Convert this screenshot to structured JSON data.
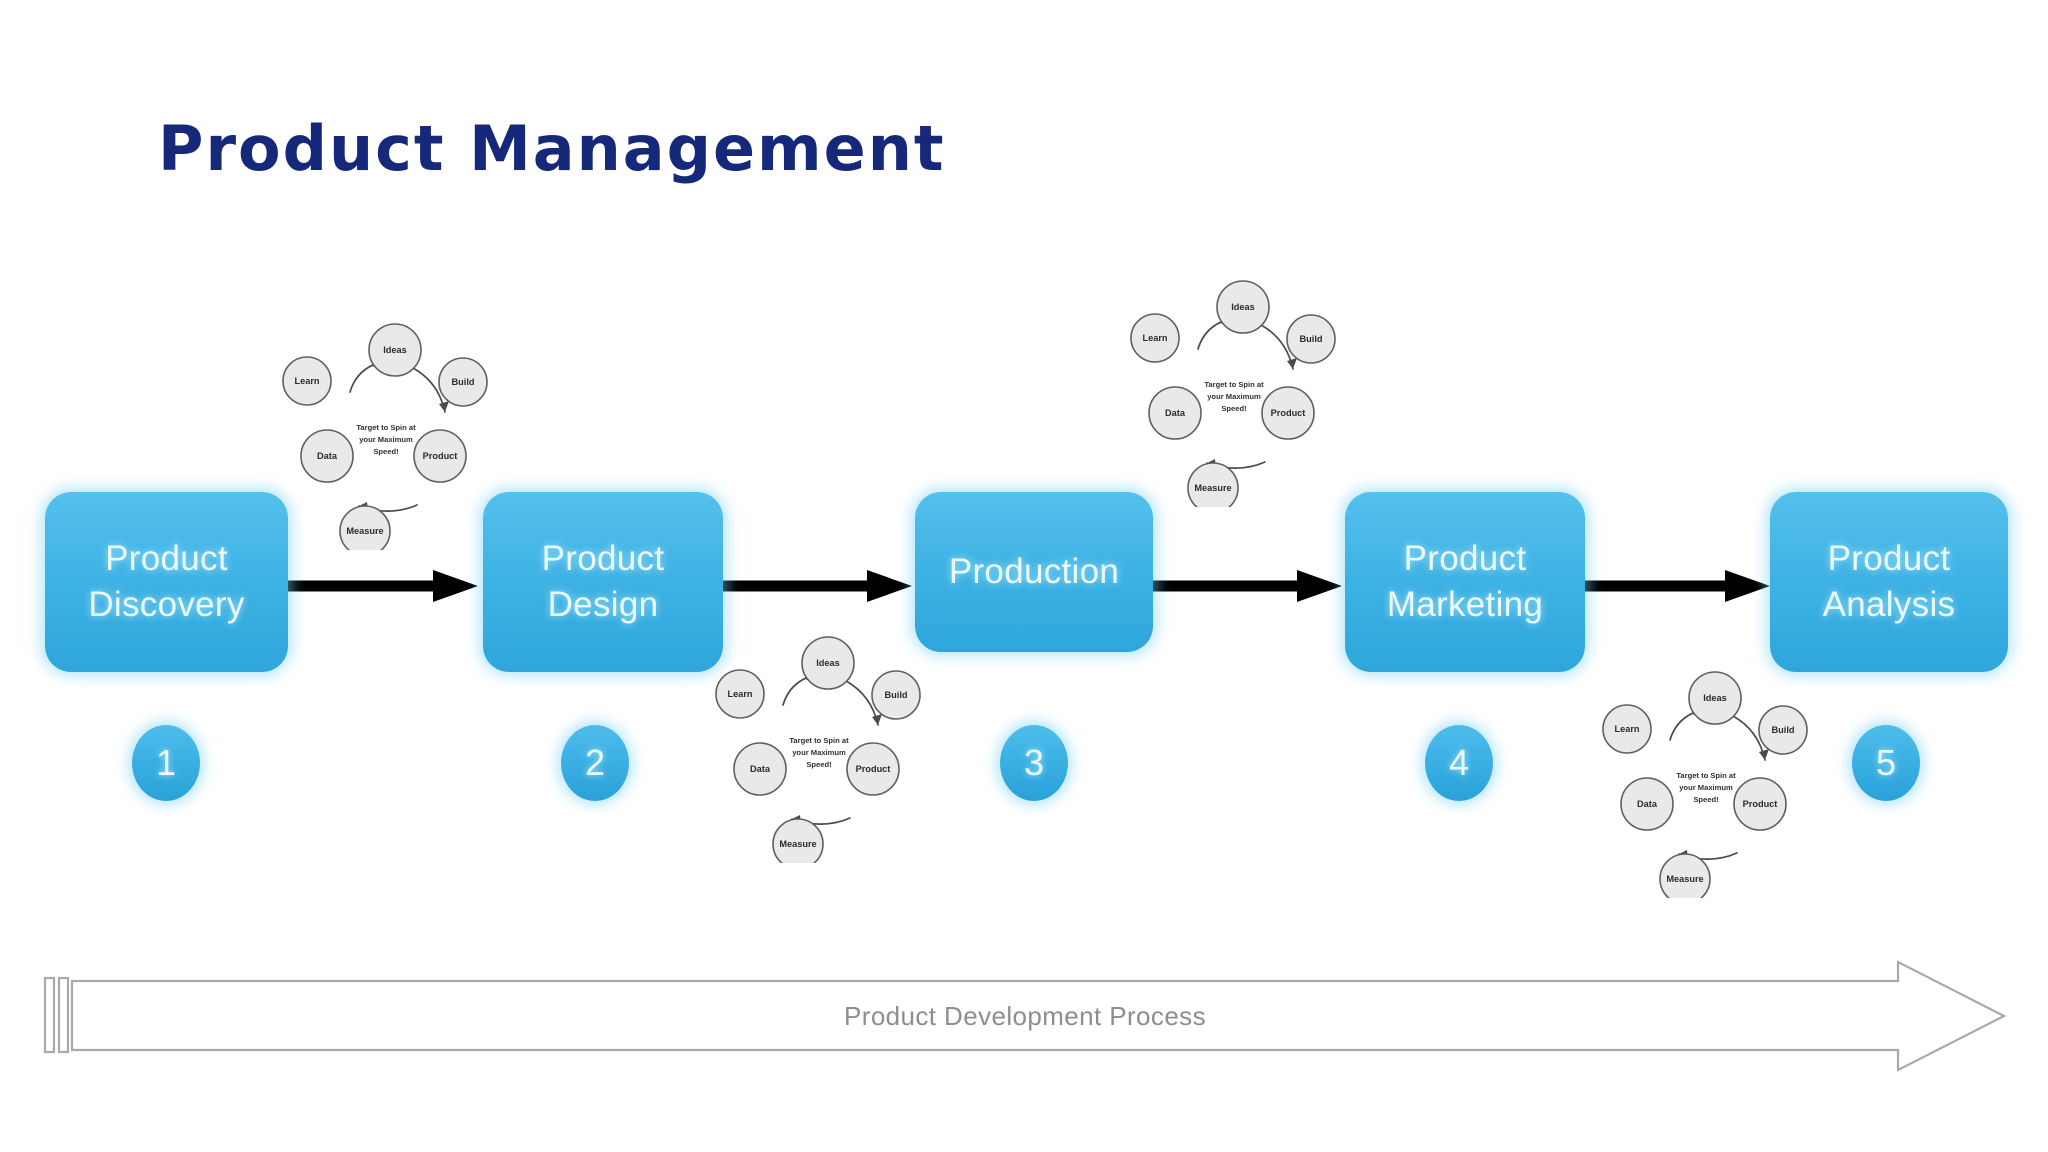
{
  "slide": {
    "title": "Product Management",
    "title_color": "#16287a",
    "background": "#ffffff"
  },
  "theme": {
    "box_blue_light": "#55c0ec",
    "box_blue_dark": "#2ea6dc",
    "badge_blue": "#36ace1",
    "box_text": "#eafaff",
    "arrow_black": "#000000",
    "banner_stroke": "#a9a9a9",
    "banner_text": "#8e8e8e",
    "loop_node_fill": "#e9e9e9",
    "loop_node_stroke": "#5f5f5f"
  },
  "process": {
    "steps": [
      {
        "number": "1",
        "lines": [
          "Product",
          "Discovery"
        ],
        "full_label": "Product Discovery"
      },
      {
        "number": "2",
        "lines": [
          "Product",
          "Design"
        ],
        "full_label": "Product Design"
      },
      {
        "number": "3",
        "lines": [
          "Production"
        ],
        "full_label": "Production"
      },
      {
        "number": "4",
        "lines": [
          "Product",
          "Marketing"
        ],
        "full_label": "Product Marketing"
      },
      {
        "number": "5",
        "lines": [
          "Product",
          "Analysis"
        ],
        "full_label": "Product Analysis"
      }
    ],
    "connector_count": 4,
    "connector_icon": "right-arrow-icon"
  },
  "loop_diagram": {
    "center_text_lines": [
      "Target to Spin at",
      "your Maximum",
      "Speed!"
    ],
    "nodes": [
      {
        "id": "ideas",
        "label": "Ideas"
      },
      {
        "id": "build",
        "label": "Build"
      },
      {
        "id": "product",
        "label": "Product"
      },
      {
        "id": "measure",
        "label": "Measure"
      },
      {
        "id": "data",
        "label": "Data"
      },
      {
        "id": "learn",
        "label": "Learn"
      }
    ],
    "instances": [
      {
        "id": "loop-above-discovery",
        "position": "above-step-1"
      },
      {
        "id": "loop-below-design",
        "position": "below-step-2"
      },
      {
        "id": "loop-above-production",
        "position": "above-step-3"
      },
      {
        "id": "loop-below-marketing",
        "position": "below-step-4"
      }
    ]
  },
  "banner": {
    "label": "Product Development Process",
    "icon": "wide-right-arrow-icon"
  }
}
